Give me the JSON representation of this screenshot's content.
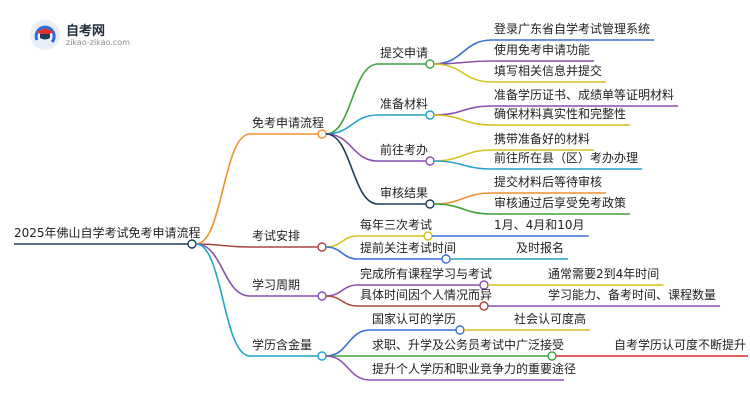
{
  "brand": {
    "name": "自考网",
    "url": "zikao-zikao.com"
  },
  "root": "2025年佛山自学考试免考申请流程",
  "branches": [
    {
      "label": "免考申请流程",
      "color": "#f0922b",
      "children": [
        {
          "label": "提交申请",
          "color": "#3da23d",
          "leaves": [
            {
              "label": "登录广东省自学考试管理系统",
              "color": "#3a6fd6"
            },
            {
              "label": "使用免考申请功能",
              "color": "#8a4fb0"
            },
            {
              "label": "填写相关信息并提交",
              "color": "#d6c21a"
            }
          ]
        },
        {
          "label": "准备材料",
          "color": "#21a4c9",
          "leaves": [
            {
              "label": "准备学历证书、成绩单等证明材料",
              "color": "#8a4fb0"
            },
            {
              "label": "确保材料真实性和完整性",
              "color": "#d6c21a"
            }
          ]
        },
        {
          "label": "前往考办",
          "color": "#8a4fb0",
          "leaves": [
            {
              "label": "携带准备好的材料",
              "color": "#d6c21a"
            },
            {
              "label": "前往所在县（区）考办办理",
              "color": "#21a4c9"
            }
          ]
        },
        {
          "label": "审核结果",
          "color": "#1f3a5f",
          "leaves": [
            {
              "label": "提交材料后等待审核",
              "color": "#f0922b"
            },
            {
              "label": "审核通过后享受免考政策",
              "color": "#3da23d"
            }
          ]
        }
      ]
    },
    {
      "label": "考试安排",
      "color": "#a8473c",
      "children": [
        {
          "label": "每年三次考试",
          "color": "#d6c21a",
          "leaves": [
            {
              "label": "1月、4月和10月",
              "color": "#3a6fd6"
            }
          ]
        },
        {
          "label": "提前关注考试时间",
          "color": "#3a6fd6",
          "leaves": [
            {
              "label": "及时报名",
              "color": "#21a4c9"
            }
          ]
        }
      ]
    },
    {
      "label": "学习周期",
      "color": "#8a4fb0",
      "children": [
        {
          "label": "完成所有课程学习与考试",
          "color": "#8a4fb0",
          "leaves": [
            {
              "label": "通常需要2到4年时间",
              "color": "#d6c21a"
            }
          ]
        },
        {
          "label": "具体时间因个人情况而异",
          "color": "#a8473c",
          "leaves": [
            {
              "label": "学习能力、备考时间、课程数量",
              "color": "#8a4fb0"
            }
          ]
        }
      ]
    },
    {
      "label": "学历含金量",
      "color": "#21a4c9",
      "children": [
        {
          "label": "国家认可的学历",
          "color": "#3a6fd6",
          "leaves": [
            {
              "label": "社会认可度高",
              "color": "#d6c21a"
            }
          ]
        },
        {
          "label": "求职、升学及公务员考试中广泛接受",
          "color": "#3da23d",
          "leaves": [
            {
              "label": "自考学历认可度不断提升",
              "color": "#d62b2b"
            }
          ]
        },
        {
          "label": "提升个人学历和职业竞争力的重要途径",
          "color": "#8a4fb0",
          "leaves": []
        }
      ]
    }
  ]
}
